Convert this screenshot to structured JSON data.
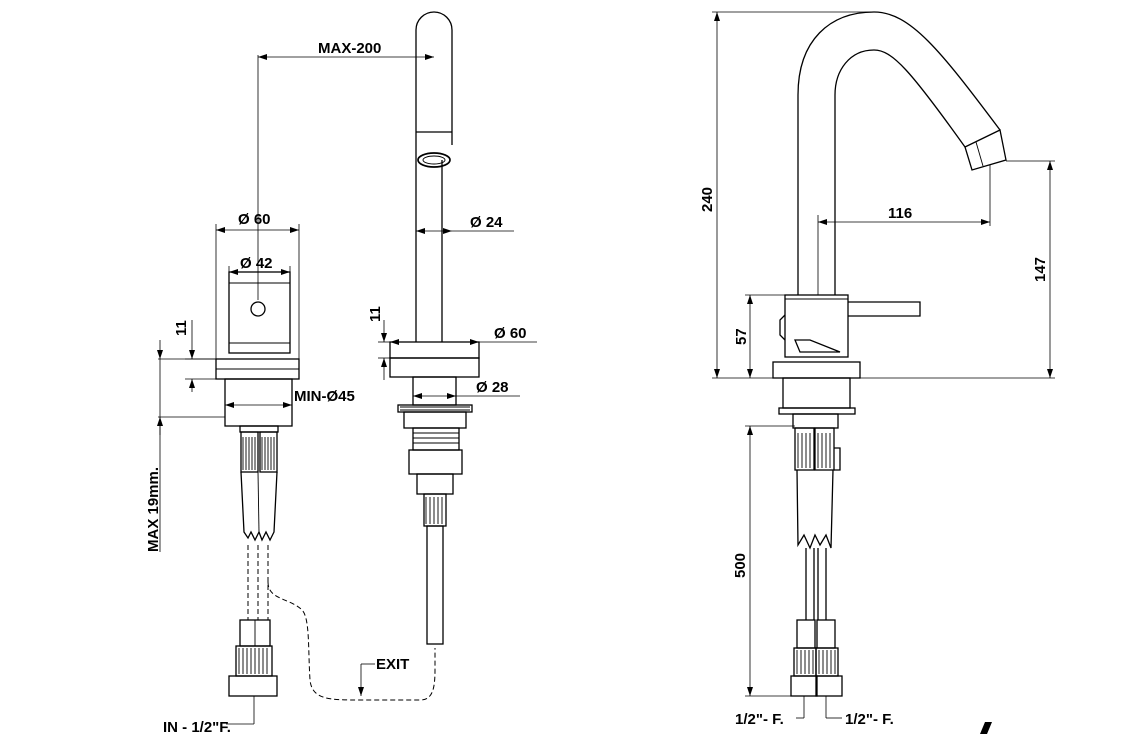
{
  "diagram": {
    "left_view": {
      "labels": {
        "dia_60": "Ø 60",
        "dia_42": "Ø 42",
        "h_11": "11",
        "min_45": "MIN-Ø45",
        "max_19": "MAX 19mm.",
        "inlet": "IN - 1/2\"F."
      }
    },
    "spout_view": {
      "labels": {
        "max_200": "MAX-200",
        "dia_24": "Ø 24",
        "h_11": "11",
        "dia_60": "Ø 60",
        "dia_28": "Ø 28",
        "exit": "EXIT"
      }
    },
    "side_view": {
      "labels": {
        "h_240": "240",
        "reach_116": "116",
        "h_147": "147",
        "h_57": "57",
        "len_500": "500",
        "conn_left": "1/2\"- F.",
        "conn_right": "1/2\"- F."
      }
    }
  }
}
